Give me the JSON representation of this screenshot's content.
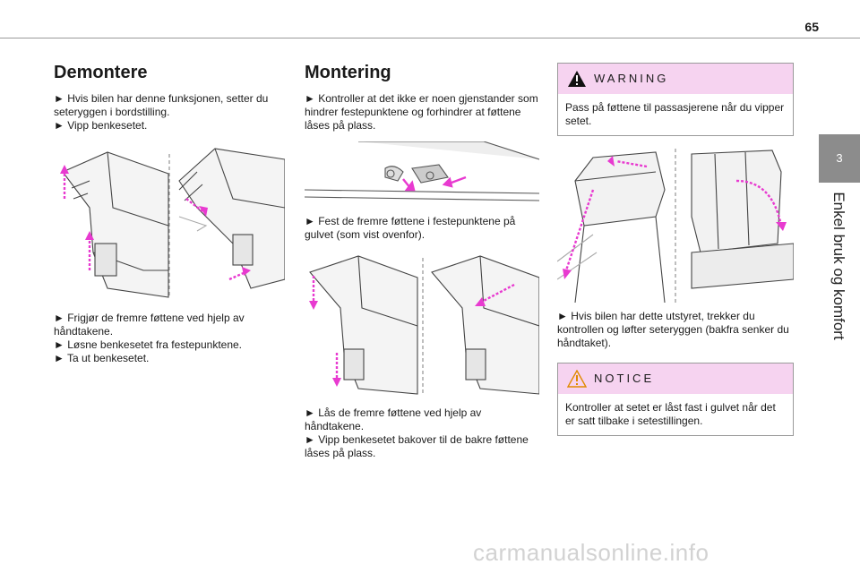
{
  "page_number": "65",
  "side_tab": {
    "number": "3",
    "label": "Enkel bruk og komfort"
  },
  "col1": {
    "heading": "Demontere",
    "intro_lines": [
      "► Hvis bilen har denne funksjonen, setter du seteryggen i bordstilling.",
      "► Vipp benkesetet."
    ],
    "steps": [
      "► Frigjør de fremre føttene ved hjelp av håndtakene.",
      "► Løsne benkesetet fra festepunktene.",
      "► Ta ut benkesetet."
    ]
  },
  "col2": {
    "heading": "Montering",
    "p1": "► Kontroller at det ikke er noen gjenstander som hindrer festepunktene og forhindrer at føttene låses på plass.",
    "p2": "► Fest de fremre føttene i festepunktene på gulvet (som vist ovenfor).",
    "p3": [
      "► Lås de fremre føttene ved hjelp av håndtakene.",
      "► Vipp benkesetet bakover til de bakre føttene låses på plass."
    ]
  },
  "col3": {
    "warning": {
      "title": "WARNING",
      "text": "Pass på føttene til passasjerene når du vipper setet."
    },
    "p1": "► Hvis bilen har dette utstyret, trekker du kontrollen og løfter seteryggen (bakfra senker du håndtaket).",
    "notice": {
      "title": "NOTICE",
      "text": "Kontroller at setet er låst fast i gulvet når det er satt tilbake i setestillingen."
    }
  },
  "watermark": "carmanualsonline.info",
  "colors": {
    "accent": "#e83ad0",
    "box_header": "#f6d3f0",
    "tab": "#8c8c8c"
  }
}
